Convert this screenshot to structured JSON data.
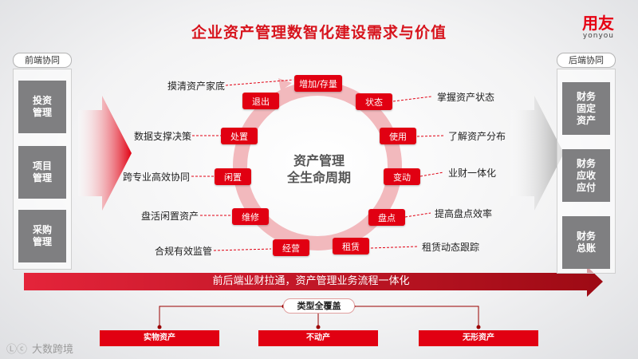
{
  "title": "企业资产管理数智化建设需求与价值",
  "logo": {
    "main": "用友",
    "sub": "yonyou"
  },
  "left": {
    "label": "前端协同",
    "items": [
      "投资\n管理",
      "项目\n管理",
      "采购\n管理"
    ]
  },
  "right": {
    "label": "后端协同",
    "items": [
      "财务\n固定\n资产",
      "财务\n应收\n应付",
      "财务\n总账"
    ]
  },
  "cycle": {
    "center_line1": "资产管理",
    "center_line2": "全生命周期",
    "nodes": [
      "增加/存量",
      "状态",
      "使用",
      "变动",
      "盘点",
      "租赁",
      "经营",
      "维修",
      "闲置",
      "处置",
      "退出"
    ]
  },
  "annotations": {
    "left": [
      "摸清资产家底",
      "数据支撑决策",
      "跨专业高效协同",
      "盘活闲置资产",
      "合规有效监管"
    ],
    "right": [
      "掌握资产状态",
      "了解资产分布",
      "业财一体化",
      "提高盘点效率",
      "租赁动态跟踪"
    ]
  },
  "banner": "前后端业财拉通，资产管理业务流程一体化",
  "types": {
    "label": "类型全覆盖",
    "items": [
      "实物资产",
      "不动产",
      "无形资产"
    ]
  },
  "watermark": "大数跨境",
  "colors": {
    "accent": "#e10012",
    "gray_box": "#7f7f81"
  }
}
